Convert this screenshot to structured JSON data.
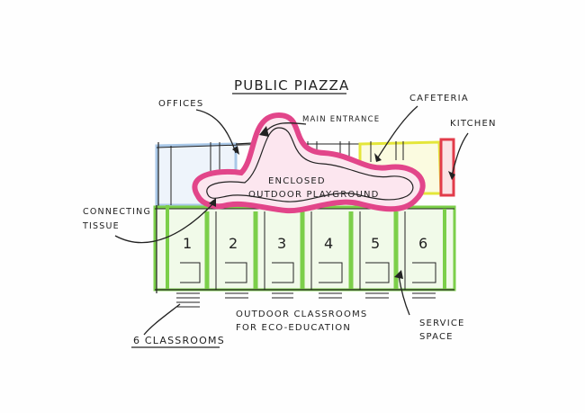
{
  "labels": {
    "title": "PUBLIC PIAZZA",
    "offices": "OFFICES",
    "main_entrance": "MAIN ENTRANCE",
    "cafeteria": "CAFETERIA",
    "kitchen": "KITCHEN",
    "playground_line1": "ENCLOSED",
    "playground_line2": "OUTDOOR PLAYGROUND",
    "connecting_line1": "CONNECTING",
    "connecting_line2": "TISSUE",
    "outdoor_line1": "OUTDOOR CLASSROOMS",
    "outdoor_line2": "FOR ECO-EDUCATION",
    "classrooms": "6 CLASSROOMS",
    "service_line1": "SERVICE",
    "service_line2": "SPACE"
  },
  "classroom_numbers": [
    "1",
    "2",
    "3",
    "4",
    "5",
    "6"
  ],
  "colors": {
    "classrooms": "#7ccf4a",
    "offices": "#a9c8e8",
    "cafeteria": "#e4e63a",
    "kitchen": "#e23b4a",
    "playground": "#e2458a",
    "ink": "#222222"
  }
}
